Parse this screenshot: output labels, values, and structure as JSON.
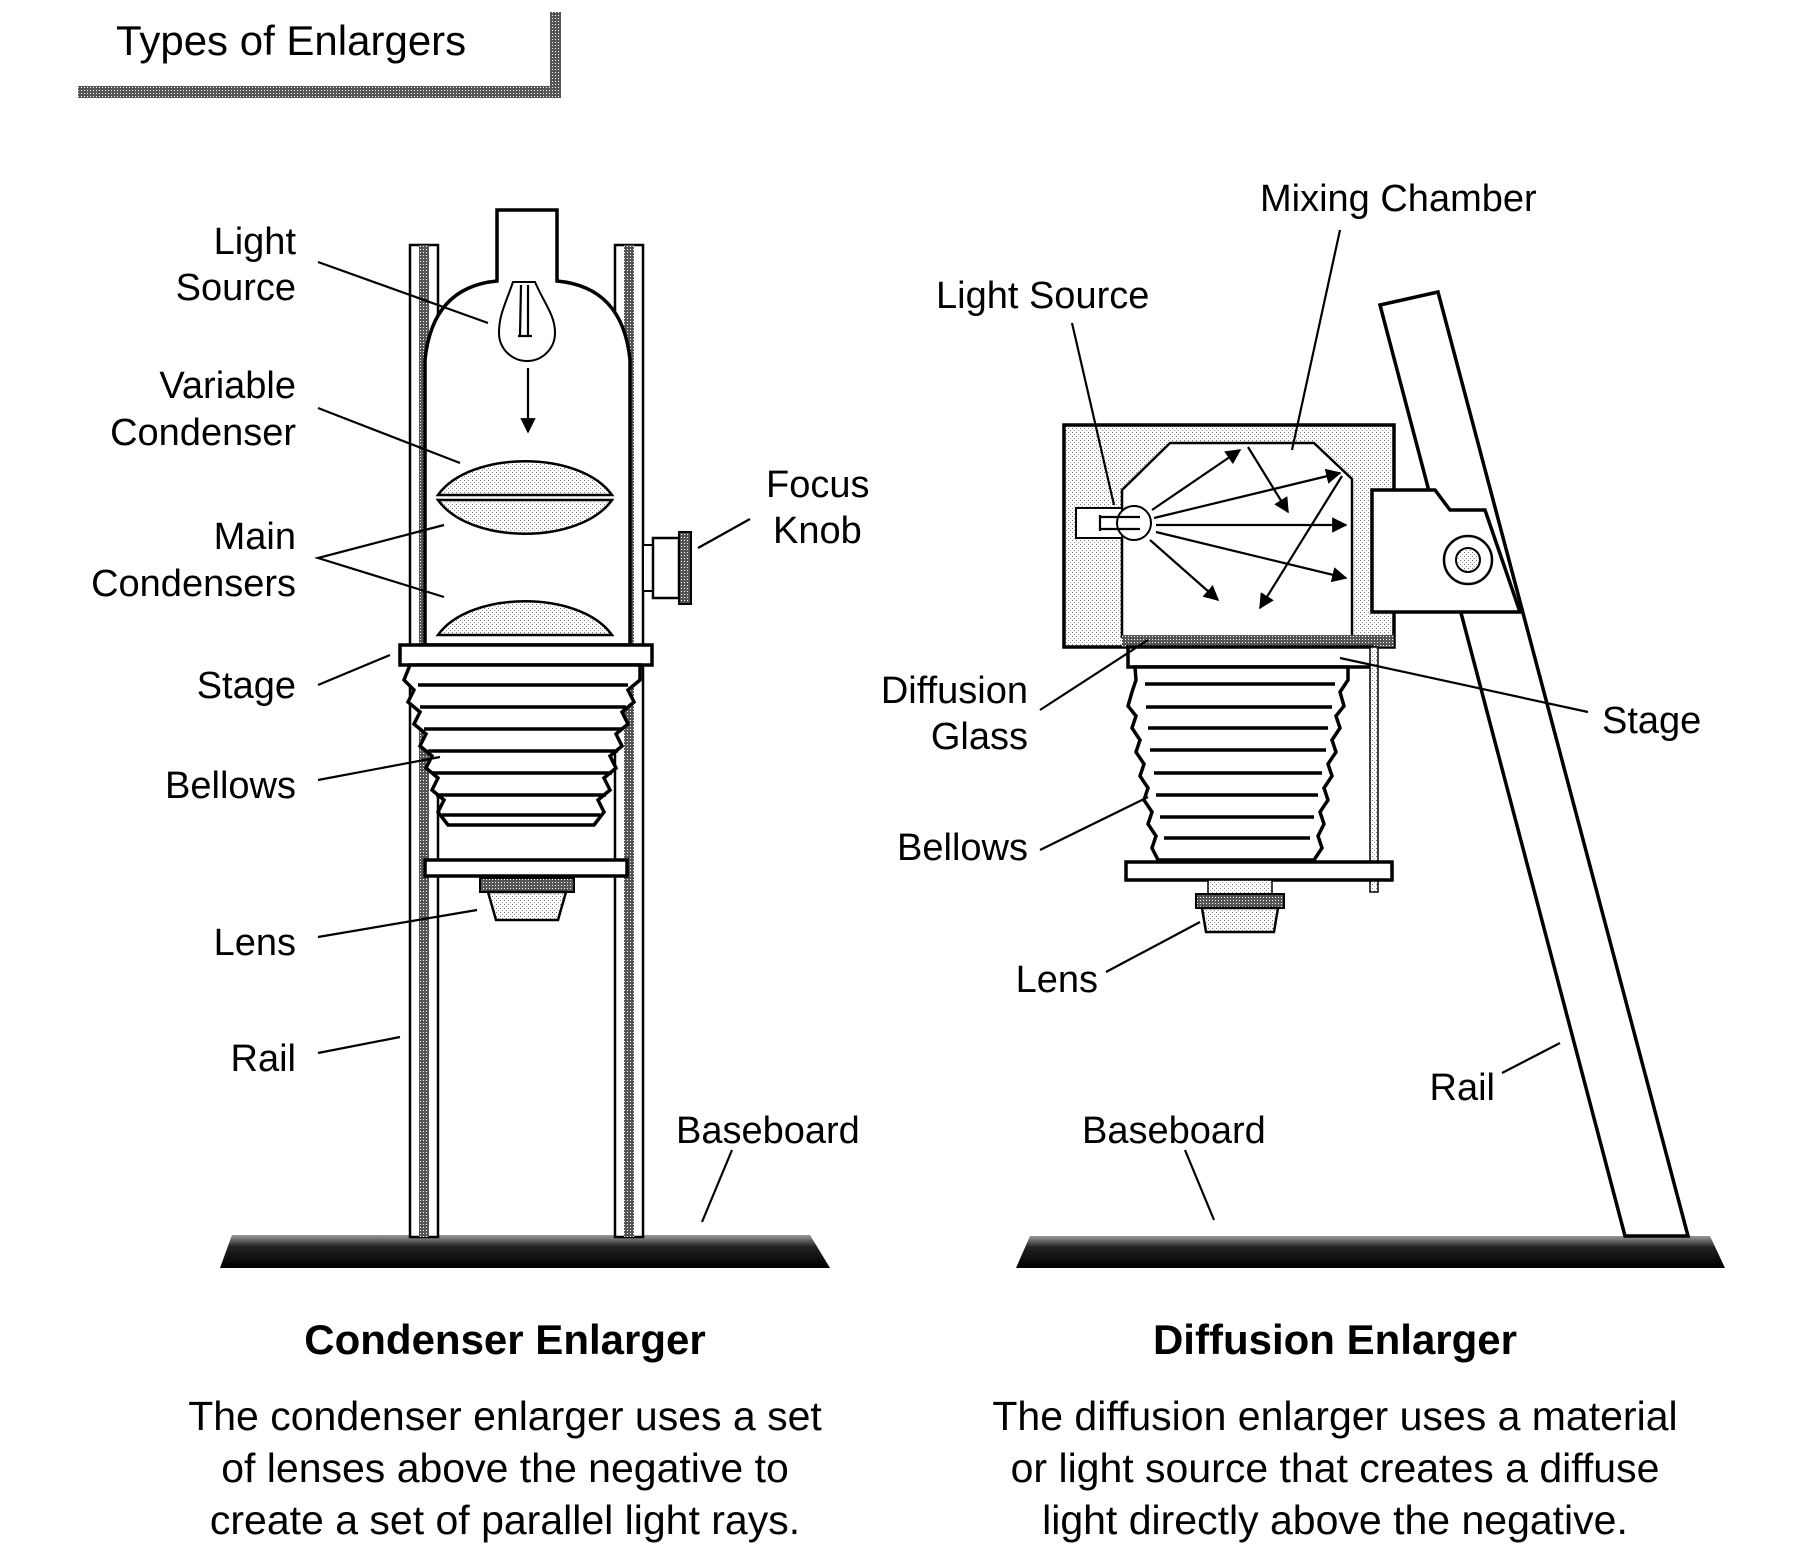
{
  "header": {
    "title": "Types of Enlargers"
  },
  "condenser": {
    "title": "Condenser Enlarger",
    "description": [
      "The condenser enlarger uses a set",
      "of lenses above the negative to",
      "create a set of parallel light rays."
    ],
    "labels": {
      "light_source": [
        "Light",
        "Source"
      ],
      "variable_condenser": [
        "Variable",
        "Condenser"
      ],
      "main_condensers": [
        "Main",
        "Condensers"
      ],
      "focus_knob": [
        "Focus",
        "Knob"
      ],
      "stage": "Stage",
      "bellows": "Bellows",
      "lens": "Lens",
      "rail": "Rail",
      "baseboard": "Baseboard"
    }
  },
  "diffusion": {
    "title": "Diffusion Enlarger",
    "description": [
      "The diffusion enlarger uses a material",
      "or light source that creates a diffuse",
      "light directly above the negative."
    ],
    "labels": {
      "mixing_chamber": "Mixing Chamber",
      "light_source": "Light Source",
      "diffusion_glass": [
        "Diffusion",
        "Glass"
      ],
      "stage": "Stage",
      "bellows": "Bellows",
      "lens": "Lens",
      "rail": "Rail",
      "baseboard": "Baseboard"
    }
  }
}
